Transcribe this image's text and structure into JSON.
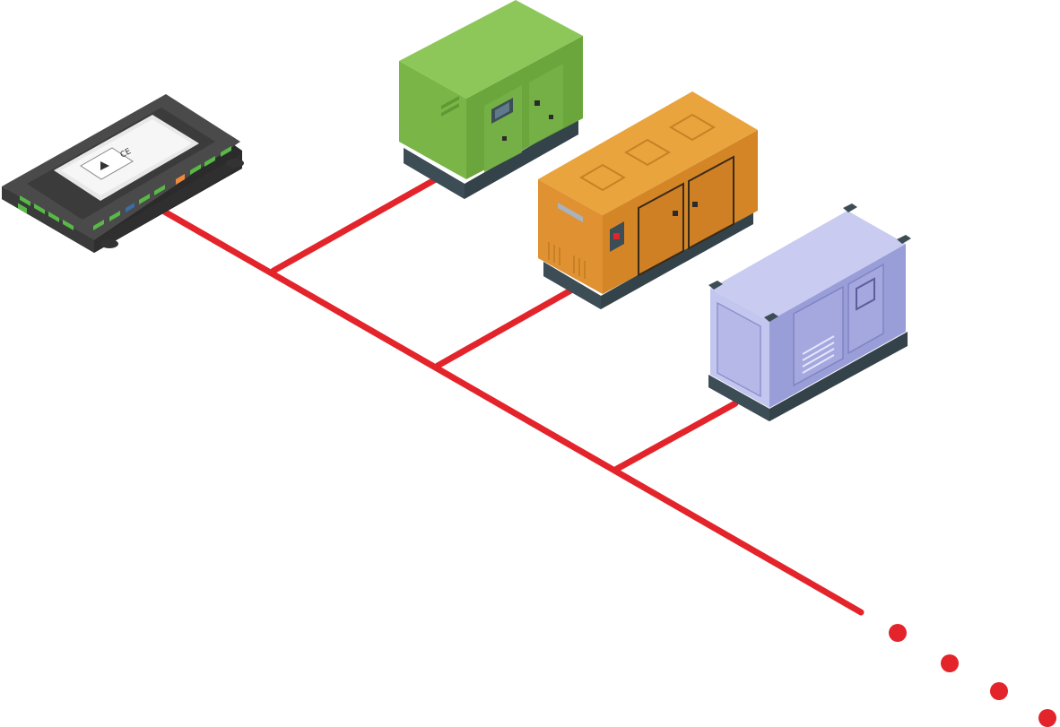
{
  "controller": {
    "marks": [
      "CE"
    ],
    "logo_icon": "triangle-logo-icon"
  },
  "network": {
    "line_color": "#e3242b",
    "continuation_dots": 4
  },
  "generators": [
    {
      "id": "green",
      "body_color": "#8dc75a"
    },
    {
      "id": "orange",
      "body_color": "#e6a23a"
    },
    {
      "id": "purple",
      "body_color": "#b4b8e6"
    }
  ]
}
